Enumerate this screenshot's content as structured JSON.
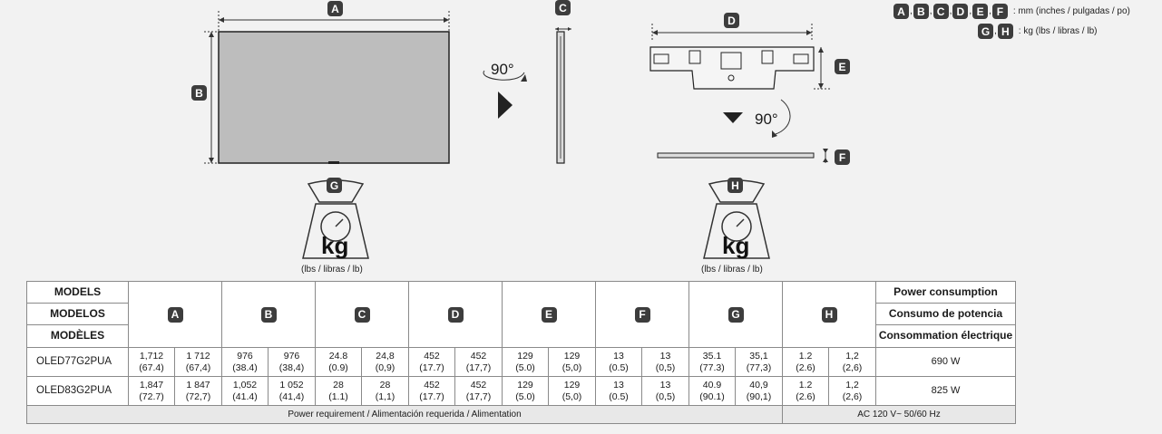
{
  "legend": {
    "dim_badges": [
      "A",
      "B",
      "C",
      "D",
      "E",
      "F"
    ],
    "dim_units": "mm (inches / pulgadas / po)",
    "weight_badges": [
      "G",
      "H"
    ],
    "weight_units": "kg (lbs / libras / lb)"
  },
  "diagrams": {
    "tv_front": {
      "width_label": "A",
      "height_label": "B"
    },
    "tv_side": {
      "depth_label": "C"
    },
    "rotate_label_1": "90°",
    "rotate_label_2": "90°",
    "bracket": {
      "width_label": "D",
      "height_label": "E",
      "depth_label": "F"
    },
    "scale_tv": {
      "label": "G",
      "unit": "kg",
      "caption": "(lbs / libras / lb)"
    },
    "scale_bracket": {
      "label": "H",
      "unit": "kg",
      "caption": "(lbs / libras / lb)"
    }
  },
  "table": {
    "model_headers": [
      "MODELS",
      "MODELOS",
      "MODÈLES"
    ],
    "dim_headers": [
      "A",
      "B",
      "C",
      "D",
      "E",
      "F",
      "G",
      "H"
    ],
    "power_headers": [
      "Power consumption",
      "Consumo de potencia",
      "Consommation électrique"
    ],
    "rows": [
      {
        "model": "OLED77G2PUA",
        "values": [
          [
            "1,712",
            "(67.4)"
          ],
          [
            "1 712",
            "(67,4)"
          ],
          [
            "976",
            "(38.4)"
          ],
          [
            "976",
            "(38,4)"
          ],
          [
            "24.8",
            "(0.9)"
          ],
          [
            "24,8",
            "(0,9)"
          ],
          [
            "452",
            "(17.7)"
          ],
          [
            "452",
            "(17,7)"
          ],
          [
            "129",
            "(5.0)"
          ],
          [
            "129",
            "(5,0)"
          ],
          [
            "13",
            "(0.5)"
          ],
          [
            "13",
            "(0,5)"
          ],
          [
            "35.1",
            "(77.3)"
          ],
          [
            "35,1",
            "(77,3)"
          ],
          [
            "1.2",
            "(2.6)"
          ],
          [
            "1,2",
            "(2,6)"
          ]
        ],
        "power": "690 W"
      },
      {
        "model": "OLED83G2PUA",
        "values": [
          [
            "1,847",
            "(72.7)"
          ],
          [
            "1 847",
            "(72,7)"
          ],
          [
            "1,052",
            "(41.4)"
          ],
          [
            "1 052",
            "(41,4)"
          ],
          [
            "28",
            "(1.1)"
          ],
          [
            "28",
            "(1,1)"
          ],
          [
            "452",
            "(17.7)"
          ],
          [
            "452",
            "(17,7)"
          ],
          [
            "129",
            "(5.0)"
          ],
          [
            "129",
            "(5,0)"
          ],
          [
            "13",
            "(0.5)"
          ],
          [
            "13",
            "(0,5)"
          ],
          [
            "40.9",
            "(90.1)"
          ],
          [
            "40,9",
            "(90,1)"
          ],
          [
            "1.2",
            "(2.6)"
          ],
          [
            "1,2",
            "(2,6)"
          ]
        ],
        "power": "825 W"
      }
    ],
    "power_requirement_label": "Power requirement / Alimentación requerida / Alimentation",
    "power_requirement_value": "AC 120 V~ 50/60 Hz"
  },
  "colors": {
    "badge": "#3d3d3d",
    "panel": "#bdbdbd",
    "background": "#f2f2f2"
  }
}
